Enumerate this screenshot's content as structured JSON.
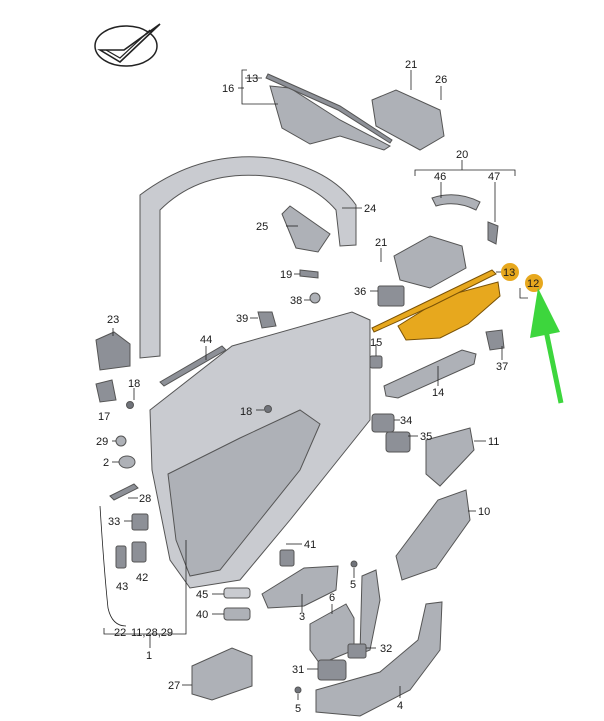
{
  "labels": {
    "l1": "1",
    "l2": "2",
    "l3": "3",
    "l4": "4",
    "l5a": "5",
    "l5b": "5",
    "l6": "6",
    "l10": "10",
    "l11": "11",
    "l12": "12",
    "l13a": "13",
    "l13b": "13",
    "l14": "14",
    "l15": "15",
    "l16": "16",
    "l17": "17",
    "l18a": "18",
    "l18b": "18",
    "l19": "19",
    "l20": "20",
    "l21a": "21",
    "l21b": "21",
    "l22": "22",
    "l22sub": "11,28,29",
    "l23": "23",
    "l24": "24",
    "l25": "25",
    "l26": "26",
    "l27": "27",
    "l28": "28",
    "l29": "29",
    "l31": "31",
    "l32": "32",
    "l33": "33",
    "l34": "34",
    "l35": "35",
    "l36": "36",
    "l37": "37",
    "l38": "38",
    "l39": "39",
    "l40": "40",
    "l41": "41",
    "l42": "42",
    "l43": "43",
    "l44": "44",
    "l45": "45",
    "l46": "46",
    "l47": "47"
  },
  "highlight": {
    "color": "#e7a81e",
    "parts": [
      "12",
      "13"
    ]
  },
  "arrow_color": "#3dd63d",
  "icons": {
    "logo": "checkmark-logo-icon",
    "pointer": "green-arrow-icon"
  }
}
